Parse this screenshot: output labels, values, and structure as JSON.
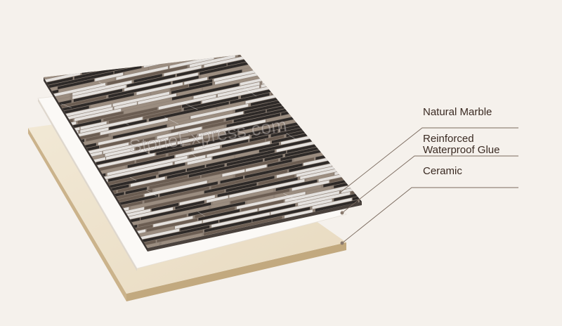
{
  "watermark": "StoneExpress.com",
  "layers": [
    {
      "id": "marble",
      "lines": [
        "Natural Marble"
      ]
    },
    {
      "id": "glue",
      "lines": [
        "Reinforced",
        "Waterproof Glue"
      ]
    },
    {
      "id": "ceramic",
      "lines": [
        "Ceramic"
      ]
    }
  ],
  "colors": {
    "background": "#f5f1ec",
    "ceramic_top": "#eee3cc",
    "ceramic_edge": "#c9b28a",
    "glue_layer": "#fbf9f6",
    "leader_line": "#7a6a5e",
    "stripe_light": "#e4e1de",
    "stripe_dark": "#2e2a28",
    "stripe_taupe": "#9b8d80",
    "stripe_brown": "#6b5d52"
  }
}
